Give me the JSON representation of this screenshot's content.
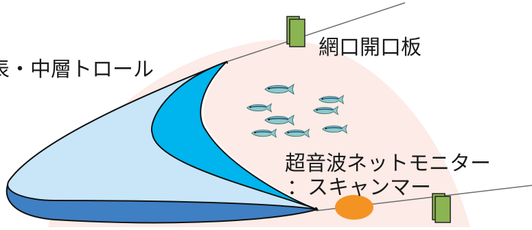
{
  "labels": {
    "trawl": "表・中層トロール",
    "otter_board": "網口開口板",
    "sonar_line1": "超音波ネットモニター",
    "sonar_line2": "：スキャンマー"
  },
  "colors": {
    "sonar_zone": "#fcebe6",
    "net_light": "#c8e6f8",
    "net_mid": "#00b4ee",
    "net_dark": "#3f7fc4",
    "otter_board": "#8bb453",
    "scanmar": "#f39324",
    "fish": "#8ec9c9"
  },
  "icons": [
    "otter-board-icon",
    "scanmar-sensor-icon",
    "fish-icon"
  ],
  "fish_count": 8
}
